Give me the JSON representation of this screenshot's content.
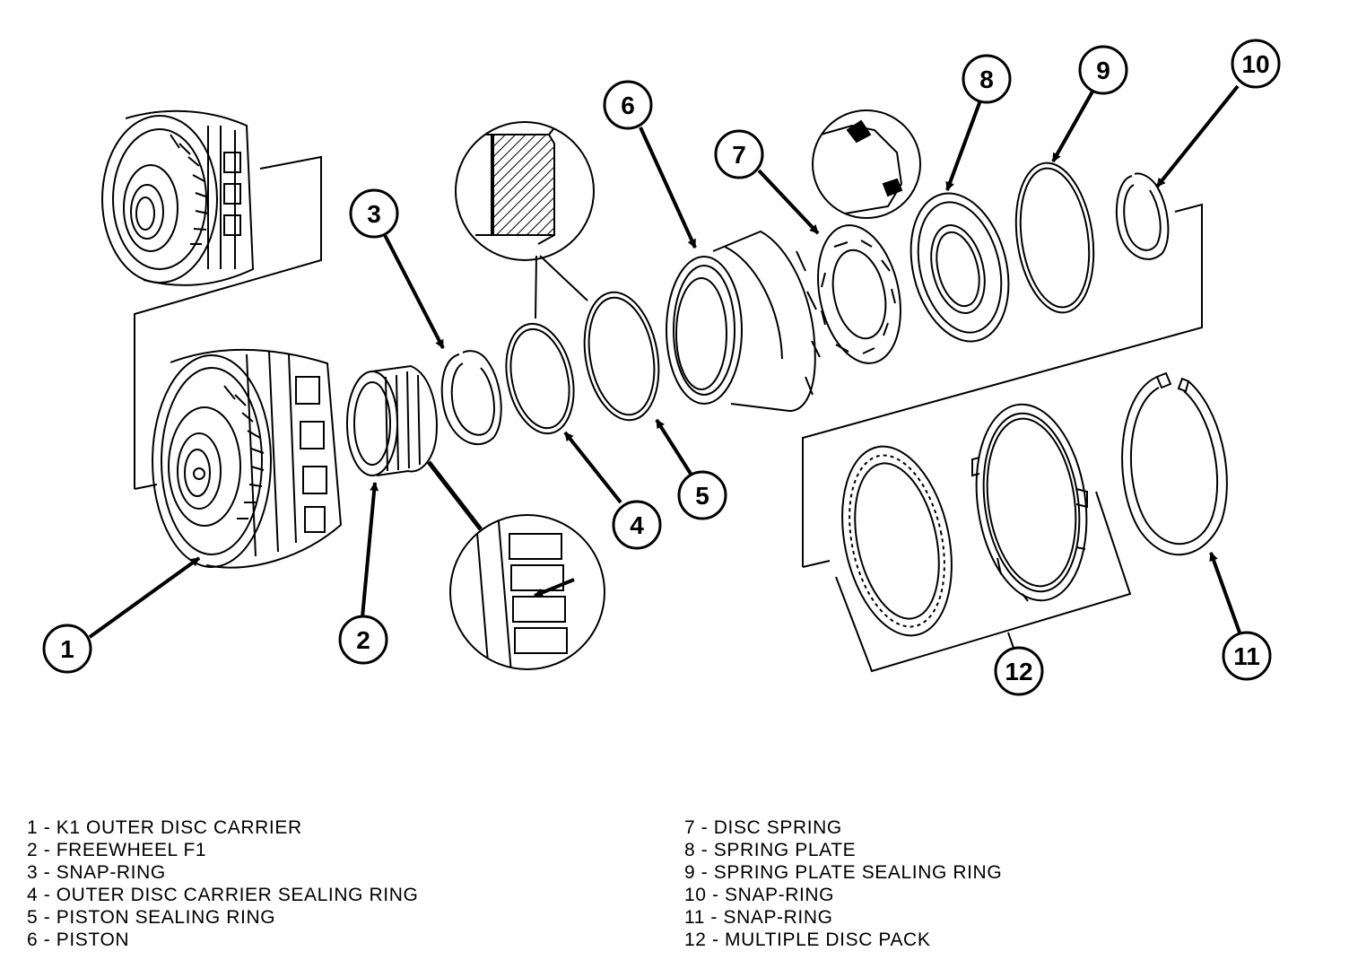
{
  "callouts": [
    "1",
    "2",
    "3",
    "4",
    "5",
    "6",
    "7",
    "8",
    "9",
    "10",
    "11",
    "12"
  ],
  "legend": {
    "left": [
      "1 - K1 OUTER DISC CARRIER",
      "2 - FREEWHEEL F1",
      "3 - SNAP-RING",
      "4 - OUTER DISC CARRIER SEALING RING",
      "5 - PISTON SEALING RING",
      "6 - PISTON"
    ],
    "right": [
      "7 - DISC SPRING",
      "8 - SPRING PLATE",
      "9 - SPRING PLATE SEALING RING",
      "10 - SNAP-RING",
      "11 - SNAP-RING",
      "12 - MULTIPLE DISC PACK"
    ]
  },
  "style": {
    "line_color": "#000000",
    "background": "#ffffff"
  }
}
